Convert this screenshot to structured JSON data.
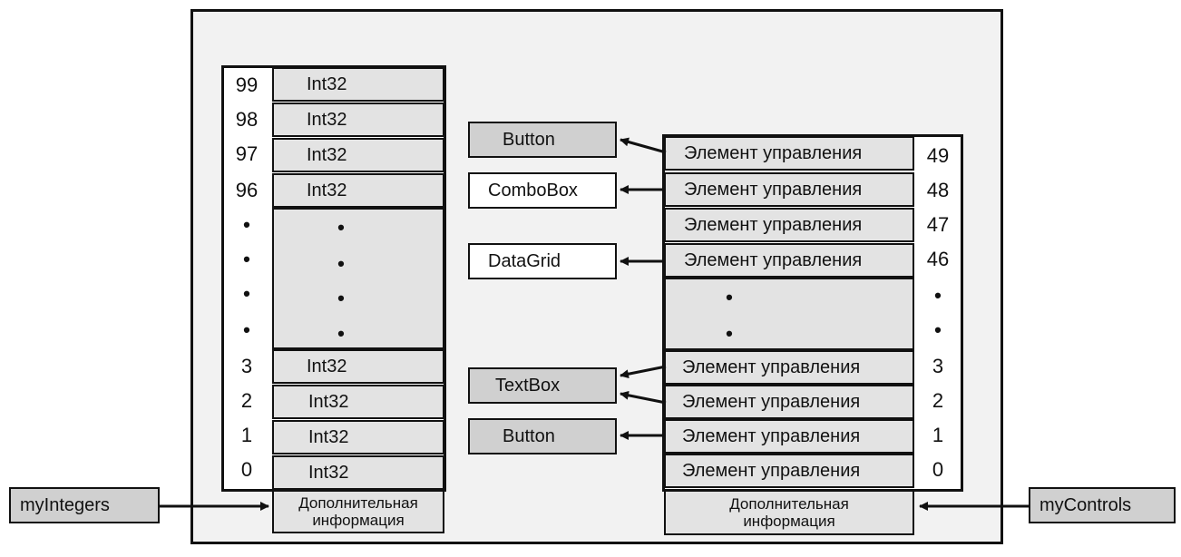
{
  "left_array": {
    "indices": [
      "99",
      "98",
      "97",
      "96",
      "•",
      "•",
      "•",
      "•",
      "3",
      "2",
      "1",
      "0"
    ],
    "elements": [
      "Int32",
      "Int32",
      "Int32",
      "Int32",
      "Int32",
      "Int32",
      "Int32",
      "Int32"
    ],
    "extra_line1": "Дополнительная",
    "extra_line2": "информация",
    "variable": "myIntegers"
  },
  "right_array": {
    "indices": [
      "49",
      "48",
      "47",
      "46",
      "•",
      "•",
      "3",
      "2",
      "1",
      "0"
    ],
    "elements": [
      "Элемент управления",
      "Элемент управления",
      "Элемент управления",
      "Элемент управления",
      "Элемент управления",
      "Элемент управления",
      "Элемент управления",
      "Элемент управления"
    ],
    "extra_line1": "Дополнительная",
    "extra_line2": "информация",
    "variable": "myControls"
  },
  "objects": [
    "Button",
    "ComboBox",
    "DataGrid",
    "TextBox",
    "Button"
  ],
  "colors": {
    "cell_fill": "#e3e3e3",
    "object_gray": "#d0d0d0",
    "frame_fill": "#f2f2f2"
  }
}
